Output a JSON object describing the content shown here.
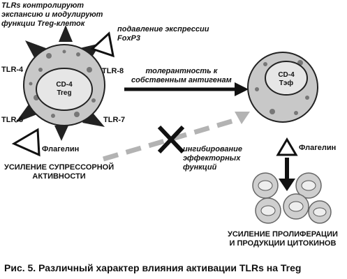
{
  "labels": {
    "tlrs_control": "TLRs контролируют\nэкспансию и модулируют\nфункции Treg-клеток",
    "foxp3": "подавление экспрессии\nFoxP3",
    "tlr4": "TLR-4",
    "tlr8": "TLR-8",
    "tlr5": "TLR-5",
    "tlr7": "TLR-7",
    "tolerance": "толерантность к\nсобственным антигенам",
    "flagellin_left": "Флагелин",
    "flagellin_right": "Флагелин",
    "suppressor": "УСИЛЕНИЕ СУПРЕССОРНОЙ\nАКТИВНОСТИ",
    "inhibition": "ингибирование\nэффекторных\nфункций",
    "proliferation": "УСИЛЕНИЕ ПРОЛИФЕРАЦИИ\nИ ПРОДУКЦИИ ЦИТОКИНОВ"
  },
  "cells": {
    "treg": "CD-4\nTreg",
    "teff": "CD-4\nТэф"
  },
  "caption": "Рис. 5. Различный характер влияния активации TLRs на Treg",
  "colors": {
    "cell_body": "#c8c8c8",
    "nucleus": "#e6e6e6",
    "arrow_dark": "#111111",
    "arrow_dashed": "#b3b3b3"
  }
}
